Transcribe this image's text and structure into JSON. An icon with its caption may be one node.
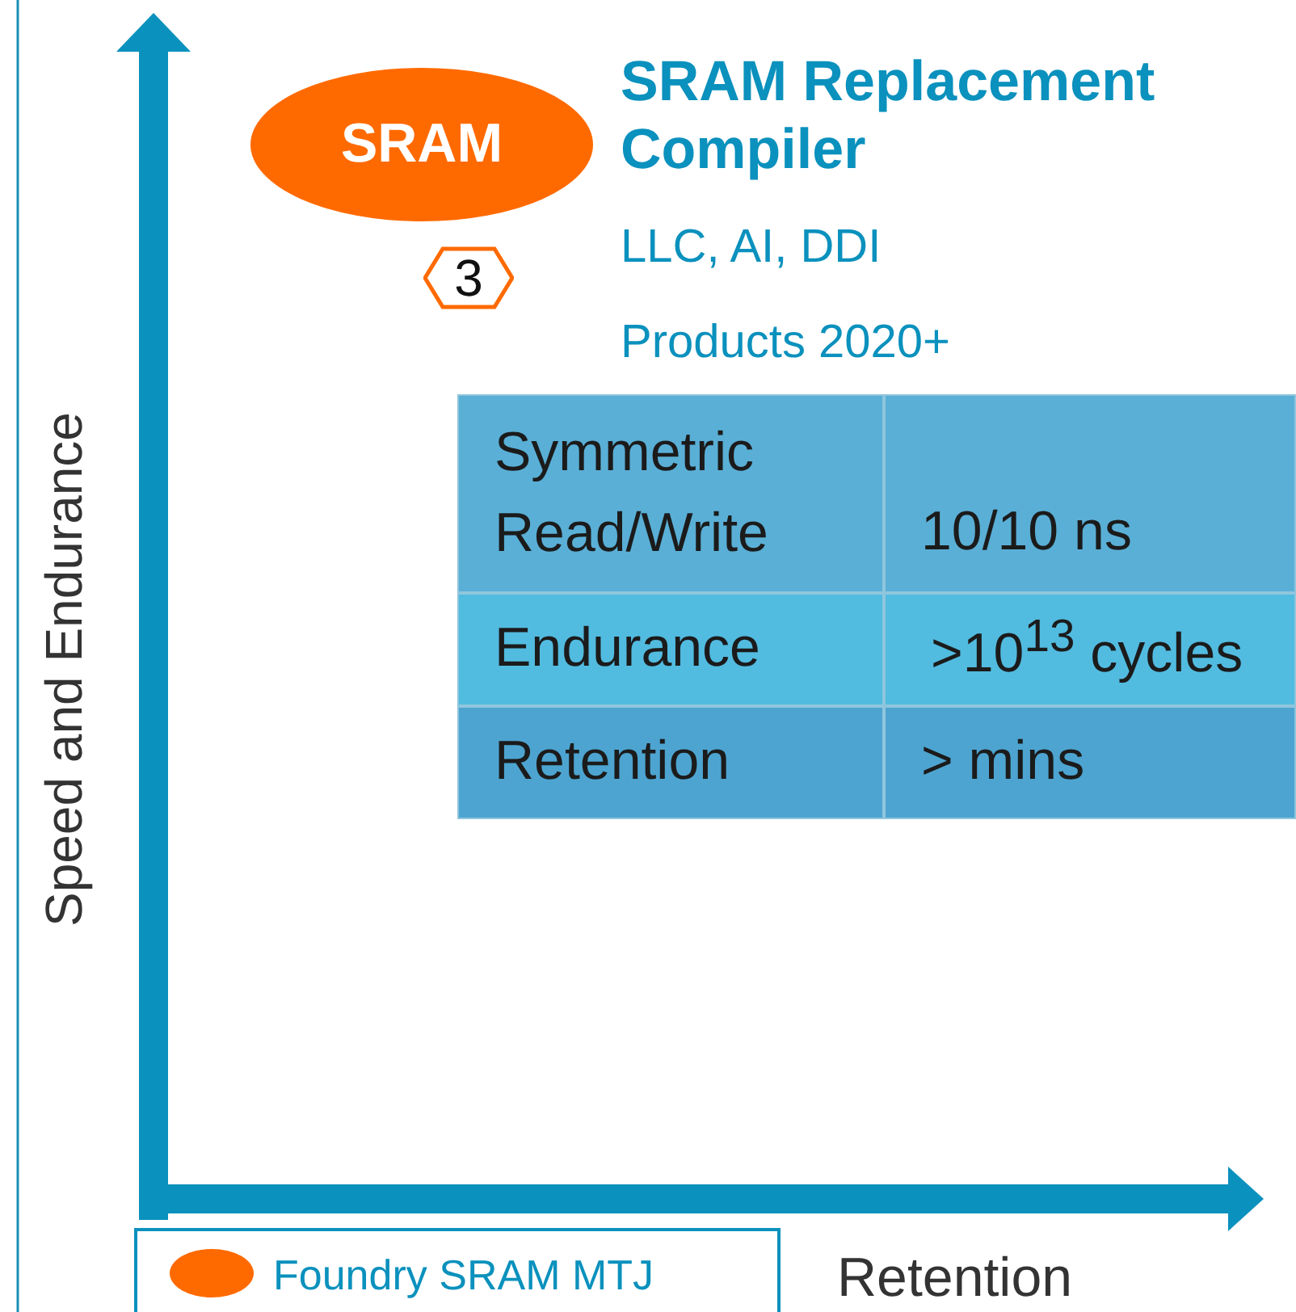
{
  "diagram": {
    "nodes": [
      {
        "text": [
          "SRAM"
        ]
      },
      {
        "text": [
          "3"
        ]
      }
    ],
    "labels": [
      "SRAM Replacement Compiler",
      "LLC, AI, DDI",
      "Products 2020+",
      "Symmetric Read/Write",
      "10/10 ns",
      "Endurance",
      ">10$^{13}$ cycles",
      "Retention",
      "> mins",
      "Speed and Endurance",
      "Retention"
    ],
    "legend": [
      {
        "text": "Foundry SRAM MTJ",
        "color": "#ff6a00"
      }
    ]
  }
}
